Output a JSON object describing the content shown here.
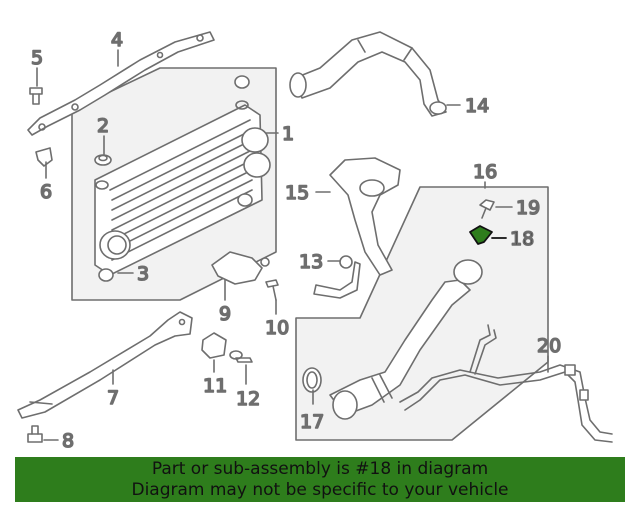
{
  "diagram": {
    "callouts": [
      "1",
      "2",
      "3",
      "4",
      "5",
      "6",
      "7",
      "8",
      "9",
      "10",
      "11",
      "12",
      "13",
      "14",
      "15",
      "16",
      "17",
      "18",
      "19",
      "20"
    ],
    "highlight": "18",
    "colors": {
      "line": "#6e6e6e",
      "panel": "#f2f2f2",
      "highlight_part": "#2e7d1c",
      "banner": "#2e7d1c"
    }
  },
  "banner": {
    "line1": "Part or sub-assembly is #18 in diagram",
    "line2": "Diagram may not be specific to your vehicle"
  }
}
